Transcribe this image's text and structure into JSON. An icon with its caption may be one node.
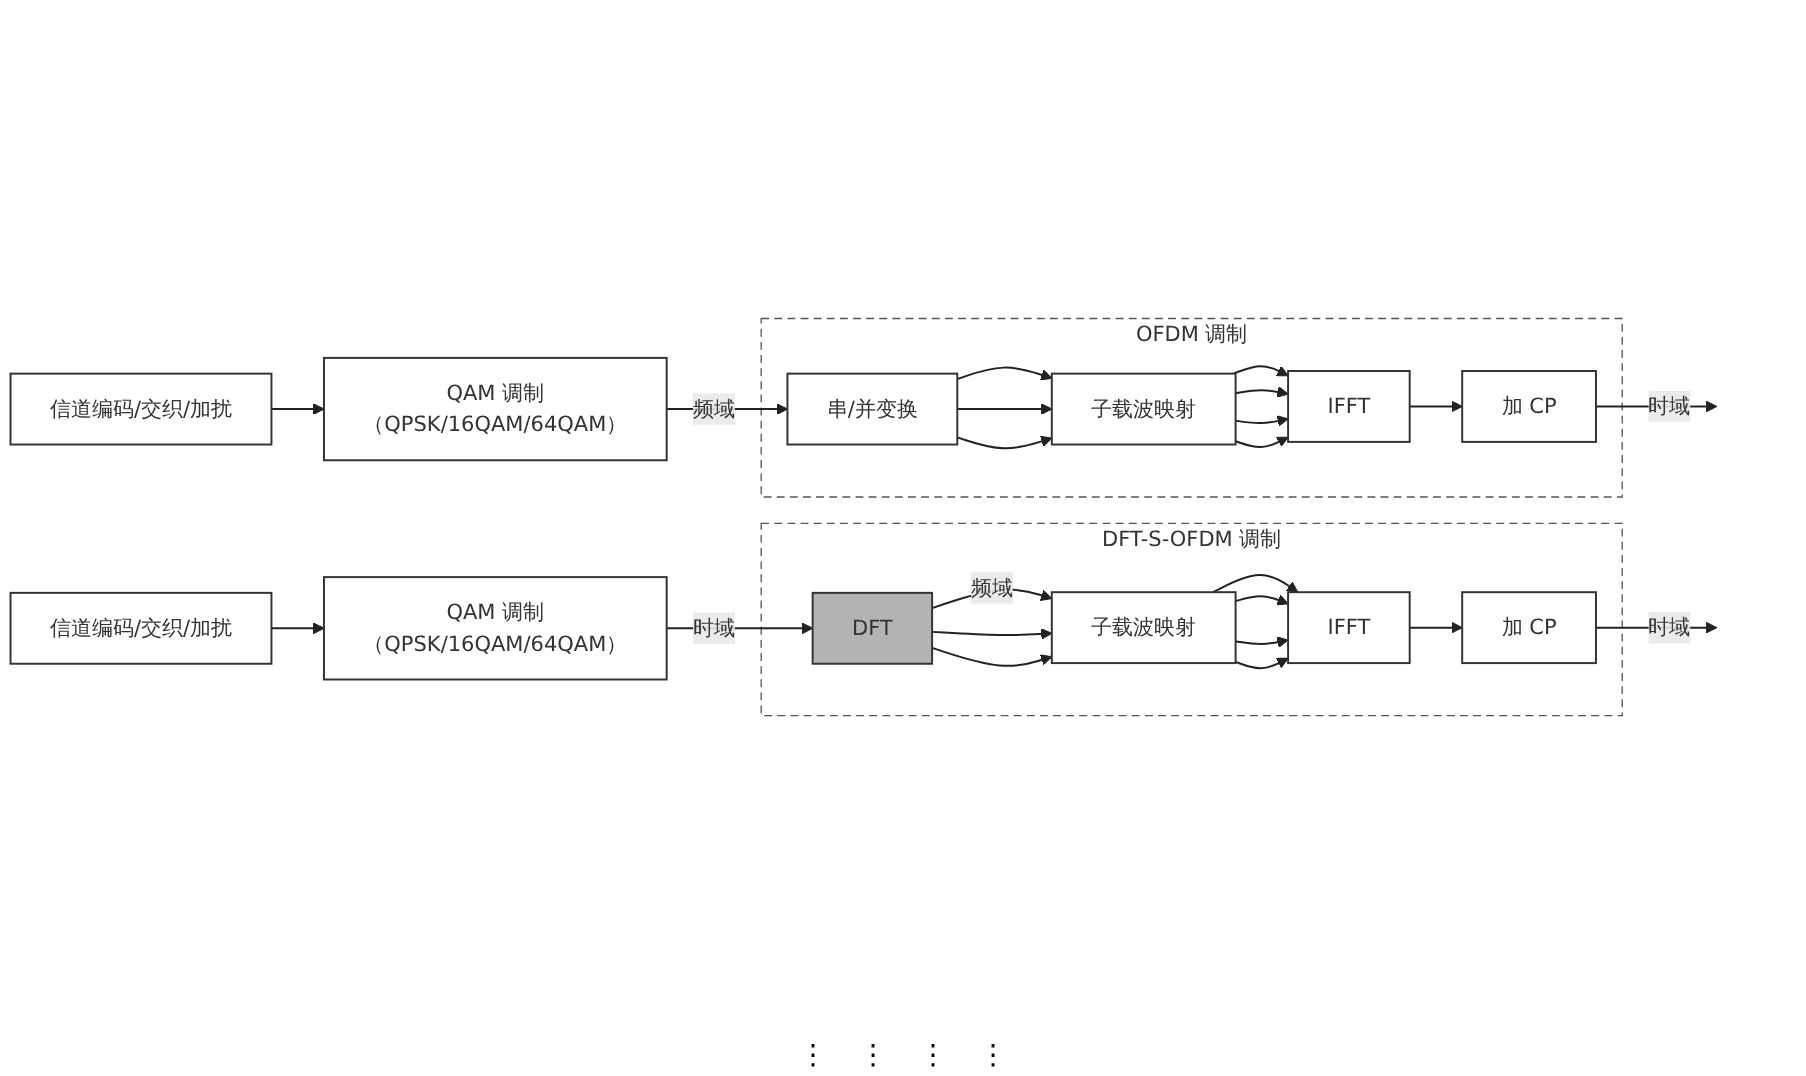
{
  "diagram": {
    "nodes": [
      {
        "text": [
          "信道编码/交织/加扰"
        ]
      },
      {
        "text": [
          "QAM 调制",
          "（QPSK/16QAM/64QAM）"
        ]
      },
      {
        "text": [
          "OFDM 调制"
        ]
      },
      {
        "text": [
          "串/并变换"
        ],
        "in": 2
      },
      {
        "text": [
          "子载波映射"
        ],
        "in": 2
      },
      {
        "text": [
          "IFFT"
        ],
        "in": 2
      },
      {
        "text": [
          "加 CP"
        ],
        "in": 2
      },
      {
        "text": [
          "信道编码/交织/加扰"
        ]
      },
      {
        "text": [
          "QAM 调制",
          "（QPSK/16QAM/64QAM）"
        ]
      },
      {
        "text": [
          "DFT-S-OFDM 调制"
        ]
      },
      {
        "text": [
          "DFT"
        ],
        "in": 9
      },
      {
        "text": [
          "子载波映射"
        ],
        "in": 9
      },
      {
        "text": [
          "IFFT"
        ],
        "in": 9
      },
      {
        "text": [
          "加 CP"
        ],
        "in": 9
      }
    ],
    "edges": [
      {
        "from": 0,
        "to": 1,
        "arrow": "to"
      },
      {
        "from": 1,
        "to": 3,
        "arrow": "to",
        "label": "频域"
      },
      {
        "from": 3,
        "to": 4,
        "arrow": "to"
      },
      {
        "from": 3,
        "to": 4,
        "arrow": "to"
      },
      {
        "from": 3,
        "to": 4,
        "arrow": "to"
      },
      {
        "from": 4,
        "to": 5,
        "arrow": "to"
      },
      {
        "from": 4,
        "to": 5,
        "arrow": "to"
      },
      {
        "from": 4,
        "to": 5,
        "arrow": "to"
      },
      {
        "from": 4,
        "to": 5,
        "arrow": "to"
      },
      {
        "from": 5,
        "to": 6,
        "arrow": "to"
      },
      {
        "from": 6,
        "to": null,
        "arrow": "to",
        "label": "时域"
      },
      {
        "from": 7,
        "to": 8,
        "arrow": "to"
      },
      {
        "from": 8,
        "to": 10,
        "arrow": "to",
        "label": "时域"
      },
      {
        "from": 10,
        "to": 11,
        "arrow": "to",
        "label": "频域"
      },
      {
        "from": 10,
        "to": 11,
        "arrow": "to"
      },
      {
        "from": 10,
        "to": 11,
        "arrow": "to"
      },
      {
        "from": 11,
        "to": 12,
        "arrow": "to"
      },
      {
        "from": 11,
        "to": 12,
        "arrow": "to"
      },
      {
        "from": 11,
        "to": 12,
        "arrow": "to"
      },
      {
        "from": 11,
        "to": 12,
        "arrow": "to"
      },
      {
        "from": 12,
        "to": 13,
        "arrow": "to"
      },
      {
        "from": 13,
        "to": null,
        "arrow": "to",
        "label": "时域"
      }
    ],
    "labels": [
      "⋮",
      "⋮",
      "⋮",
      "⋮"
    ]
  }
}
